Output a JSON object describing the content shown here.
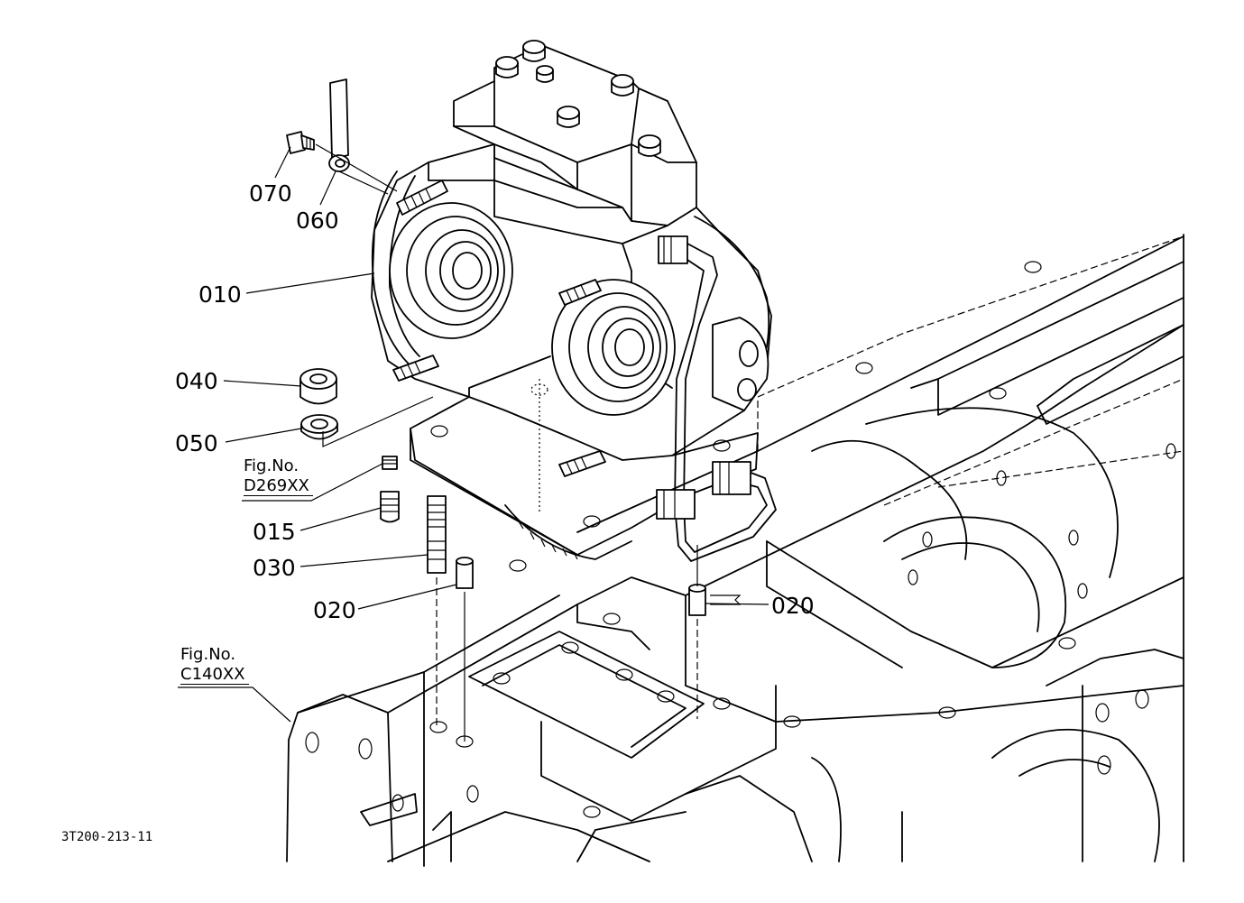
{
  "callouts": [
    {
      "id": "070",
      "label": "070"
    },
    {
      "id": "060",
      "label": "060"
    },
    {
      "id": "010",
      "label": "010"
    },
    {
      "id": "040",
      "label": "040"
    },
    {
      "id": "050",
      "label": "050"
    },
    {
      "id": "015",
      "label": "015"
    },
    {
      "id": "030",
      "label": "030"
    },
    {
      "id": "020a",
      "label": "020"
    },
    {
      "id": "020b",
      "label": "020"
    }
  ],
  "references": [
    {
      "id": "d269",
      "prefix": "Fig.No.",
      "code": "D269XX"
    },
    {
      "id": "c140",
      "prefix": "Fig.No.",
      "code": "C140XX"
    }
  ],
  "drawing_number": "3T200-213-11"
}
